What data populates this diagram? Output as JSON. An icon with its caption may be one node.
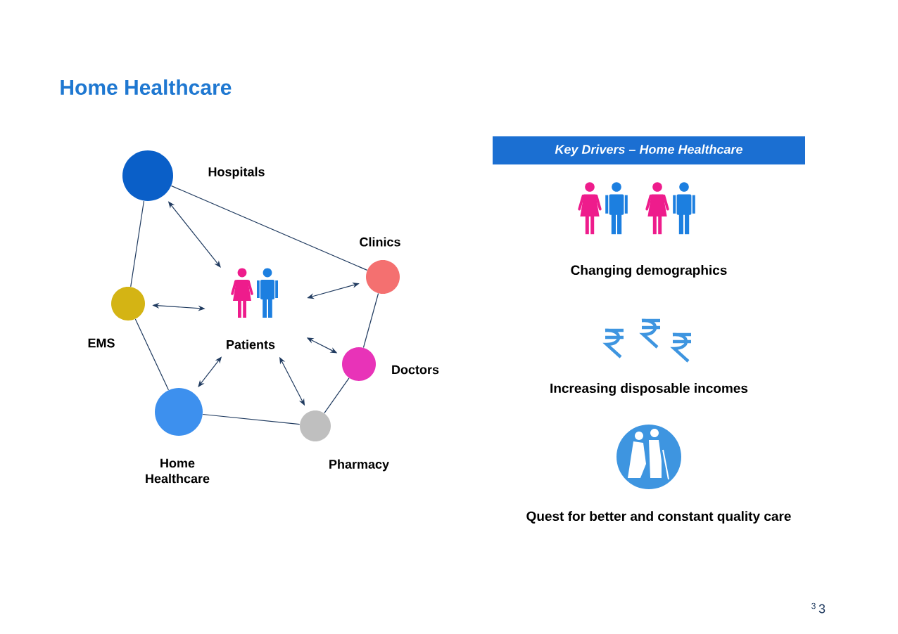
{
  "diagram": {
    "title": "Home Healthcare",
    "nodes": [
      {
        "text": [
          "Hospitals"
        ]
      },
      {
        "text": [
          "Clinics"
        ]
      },
      {
        "text": [
          "Doctors"
        ]
      },
      {
        "text": [
          "Pharmacy"
        ]
      },
      {
        "text": [
          "Home Healthcare"
        ]
      },
      {
        "text": [
          "EMS"
        ]
      },
      {
        "text": [
          "Patients"
        ]
      },
      {
        "text": [
          "Key Drivers – Home Healthcare"
        ]
      }
    ],
    "edges": [
      {
        "from": 0,
        "to": 1,
        "arrow": "none"
      },
      {
        "from": 1,
        "to": 2,
        "arrow": "none"
      },
      {
        "from": 2,
        "to": 3,
        "arrow": "none"
      },
      {
        "from": 3,
        "to": 4,
        "arrow": "none"
      },
      {
        "from": 4,
        "to": 5,
        "arrow": "none"
      },
      {
        "from": 5,
        "to": 0,
        "arrow": "none"
      },
      {
        "from": 6,
        "to": 0,
        "arrow": "both"
      },
      {
        "from": 6,
        "to": 1,
        "arrow": "both"
      },
      {
        "from": 6,
        "to": 2,
        "arrow": "both"
      },
      {
        "from": 6,
        "to": 3,
        "arrow": "both"
      },
      {
        "from": 6,
        "to": 4,
        "arrow": "both"
      },
      {
        "from": 6,
        "to": 5,
        "arrow": "both"
      }
    ],
    "labels": [
      "Changing demographics",
      "Increasing disposable incomes",
      "Quest for better and constant quality care",
      "3",
      "3"
    ]
  }
}
